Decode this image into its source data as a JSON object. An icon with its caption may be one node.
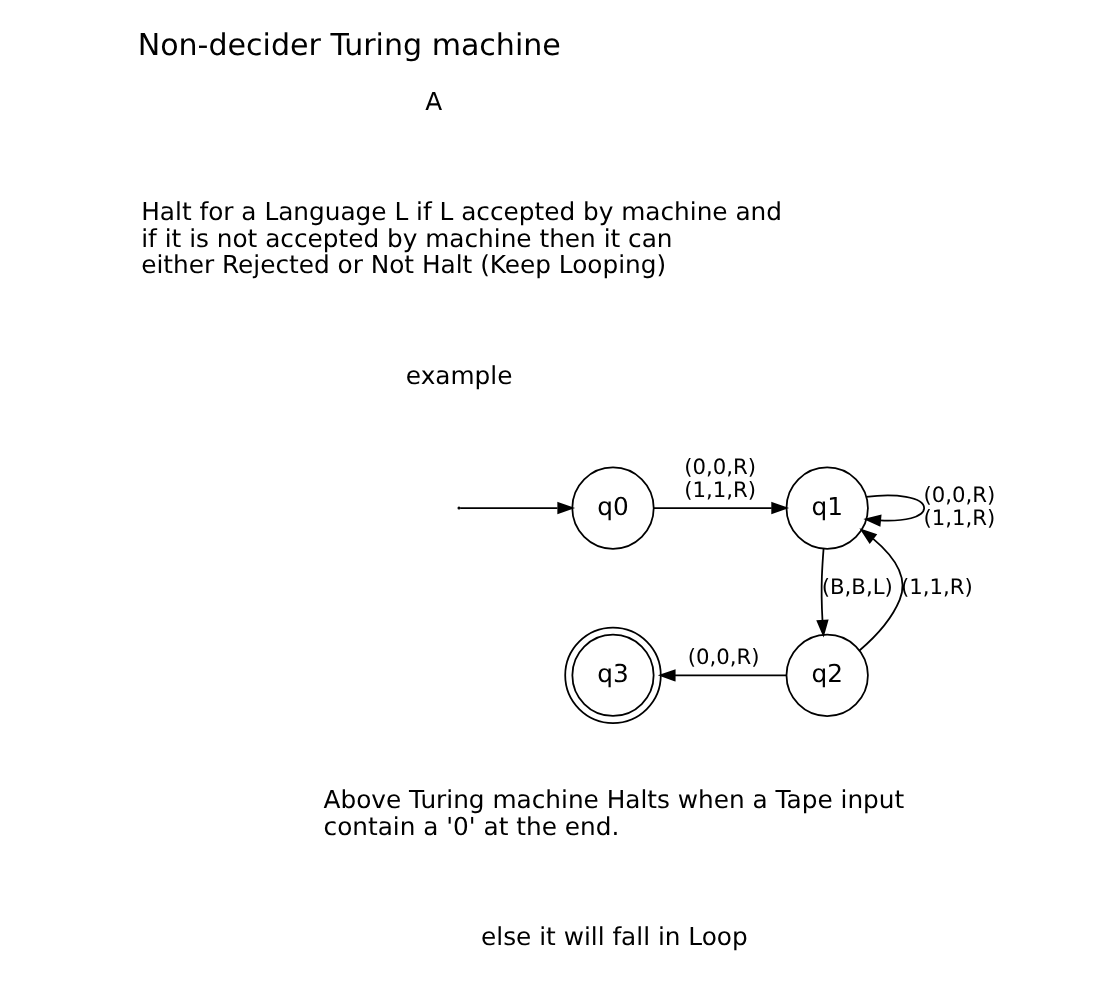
{
  "diagram": {
    "title": "Non-decider Turing machine",
    "nodes": [
      {
        "text": [
          "q0"
        ]
      },
      {
        "text": [
          "q1"
        ]
      },
      {
        "text": [
          "q2"
        ]
      },
      {
        "text": [
          "q3"
        ]
      }
    ],
    "edges": [
      {
        "from": null,
        "to": 0,
        "arrow": "to"
      },
      {
        "from": 0,
        "to": 1,
        "arrow": "to",
        "label": "(0,0,R) (1,1,R)"
      },
      {
        "from": 1,
        "to": 1,
        "arrow": "to",
        "label": "(0,0,R) (1,1,R)"
      },
      {
        "from": 1,
        "to": 2,
        "arrow": "to",
        "label": "(B,B,L)"
      },
      {
        "from": 2,
        "to": 1,
        "arrow": "to",
        "label": "(1,1,R)"
      },
      {
        "from": 2,
        "to": 3,
        "arrow": "to",
        "label": "(0,0,R)"
      }
    ],
    "labels": [
      "A",
      "Halt for a Language L if L accepted by machine and if it is not accepted by machine then it can either Rejected or Not Halt (Keep Looping)",
      "example",
      "Above Turing machine Halts when a Tape input contain a '0' at the end.",
      "else it will fall in Loop"
    ]
  }
}
